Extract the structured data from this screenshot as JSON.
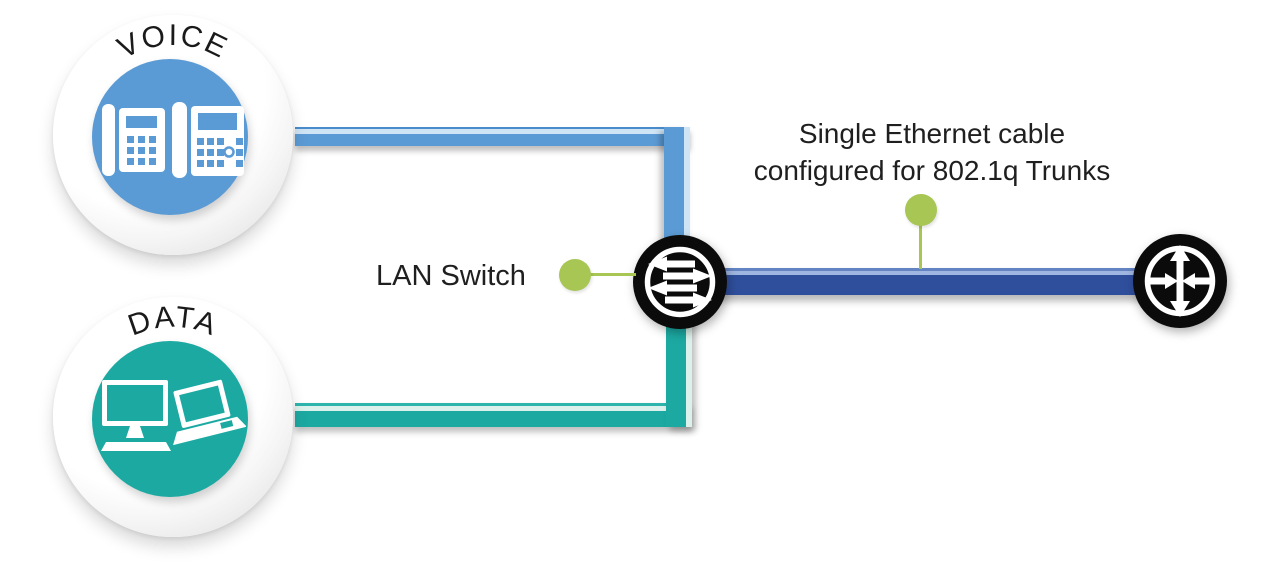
{
  "diagram": {
    "background": "#ffffff",
    "text_color": "#1f1f1f",
    "connector_green": "#A7C653"
  },
  "nodes": {
    "voice": {
      "label": "VOICE",
      "icon": "desk-phones-icon",
      "color": "#5B9BD5"
    },
    "data": {
      "label": "DATA",
      "icon": "desktop-laptop-icon",
      "color": "#1CA9A2"
    },
    "lan_switch": {
      "label": "LAN Switch",
      "icon": "switch-arrows-icon",
      "color": "#0B0B0B"
    },
    "remote_router": {
      "icon": "router-arrows-icon",
      "color": "#0B0B0B"
    }
  },
  "links": {
    "voice_cable": {
      "color": "#5B9BD5"
    },
    "data_cable": {
      "color": "#1CA9A2"
    },
    "trunk_cable": {
      "color": "#2F4F9D",
      "caption_line1": "Single Ethernet cable",
      "caption_line2": "configured for 802.1q Trunks"
    }
  }
}
